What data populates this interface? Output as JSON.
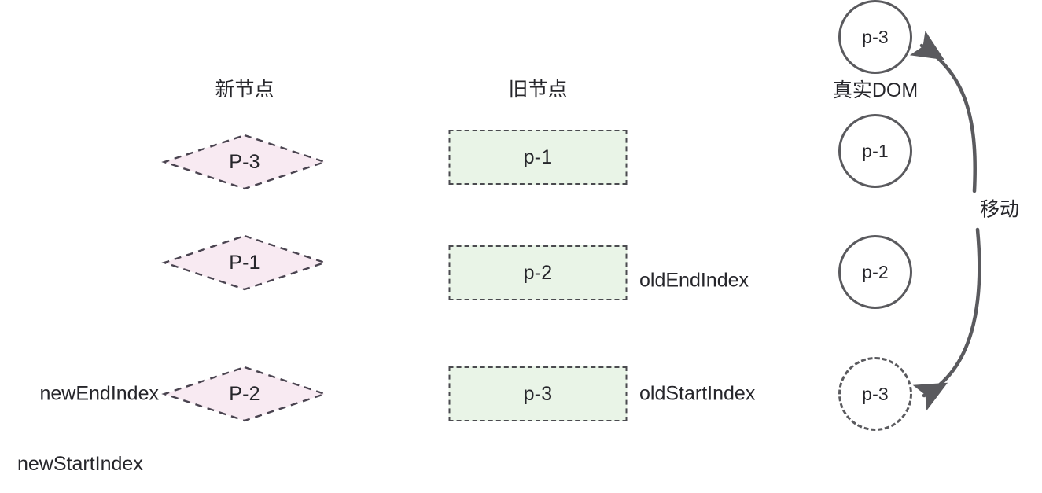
{
  "diagram": {
    "title_columns": {
      "new_nodes": "新节点",
      "old_nodes": "旧节点",
      "real_dom": "真实DOM"
    },
    "new_nodes": [
      {
        "label": "P-3"
      },
      {
        "label": "P-1"
      },
      {
        "label": "P-2"
      }
    ],
    "old_nodes": [
      {
        "label": "p-1",
        "pointer": ""
      },
      {
        "label": "p-2",
        "pointer": "oldEndIndex"
      },
      {
        "label": "p-3",
        "pointer": "oldStartIndex"
      }
    ],
    "real_dom_nodes": [
      {
        "label": "p-3",
        "style": "solid"
      },
      {
        "label": "p-1",
        "style": "solid"
      },
      {
        "label": "p-2",
        "style": "solid"
      },
      {
        "label": "p-3",
        "style": "dashed"
      }
    ],
    "pointers": {
      "new_end_index": "newEndIndex",
      "new_start_index": "newStartIndex"
    },
    "annotations": {
      "move": "移动"
    },
    "colors": {
      "new_node_fill": "#f8eaf2",
      "new_node_stroke": "#4a4450",
      "old_node_fill": "#e9f4e7",
      "old_node_stroke": "#4a4a4f",
      "dom_node_stroke": "#5a5a5e",
      "arrow": "#5a5a5e",
      "text": "#26262b",
      "background": "#ffffff"
    }
  }
}
